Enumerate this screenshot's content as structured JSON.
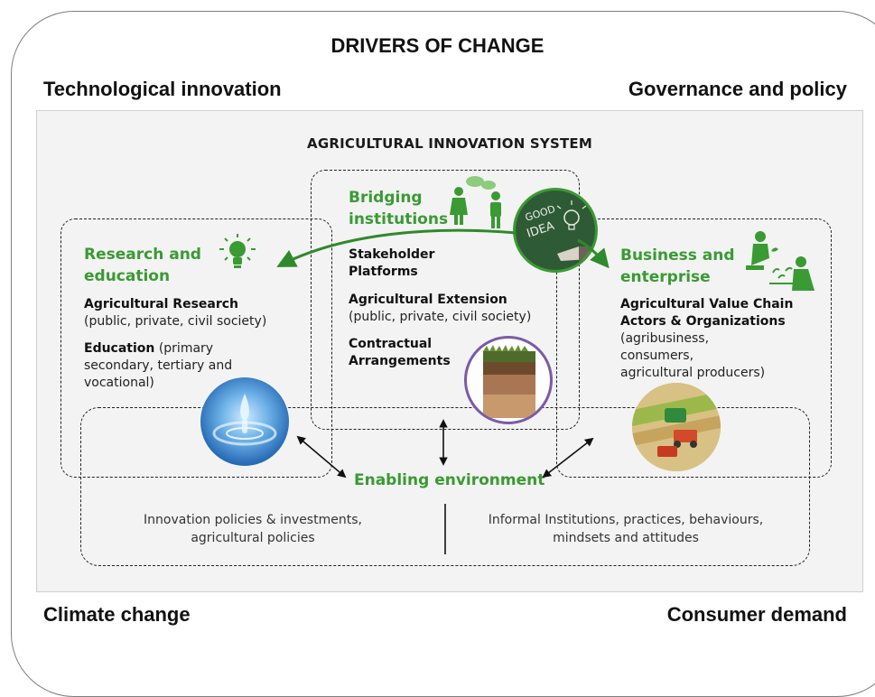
{
  "title": "DRIVERS OF CHANGE",
  "drivers": {
    "top_left": "Technological innovation",
    "top_right": "Governance and policy",
    "bottom_left": "Climate change",
    "bottom_right": "Consumer demand"
  },
  "system": {
    "title": "AGRICULTURAL INNOVATION SYSTEM",
    "research": {
      "heading_line1": "Research and",
      "heading_line2": "education",
      "item1_bold": "Agricultural Research",
      "item1_note": "(public, private, civil society)",
      "item2_bold": "Education",
      "item2_note_inline": " (primary",
      "item2_note_line2": "secondary, tertiary and",
      "item2_note_line3": "vocational)"
    },
    "bridging": {
      "heading_line1": "Bridging",
      "heading_line2": "institutions",
      "item1_line1": "Stakeholder",
      "item1_line2": "Platforms",
      "item2_bold": "Agricultural Extension",
      "item2_note": "(public, private, civil society)",
      "item3_line1": "Contractual",
      "item3_line2": "Arrangements"
    },
    "business": {
      "heading_line1": "Business and",
      "heading_line2": "enterprise",
      "item1_line1": "Agricultural Value Chain",
      "item1_line2": "Actors & Organizations",
      "note_line1": "(agribusiness,",
      "note_line2": "consumers,",
      "note_line3": "agricultural producers)"
    },
    "enabling": {
      "heading": "Enabling environment",
      "left_line1": "Innovation policies & investments,",
      "left_line2": "agricultural policies",
      "right_line1": "Informal Institutions, practices, behaviours,",
      "right_line2": "mindsets and attitudes"
    },
    "chalkboard": {
      "line1": "GOOD",
      "line2": "IDEA"
    }
  },
  "colors": {
    "accent_green": "#3a9a33",
    "dark_green": "#2e7d1f",
    "chalkboard": "#2f5a36",
    "panel_bg": "#f3f3f3"
  },
  "icons": [
    "lightbulb-icon",
    "people-talking-icon",
    "farmer-planting-icon",
    "water-drop-image",
    "soil-profile-image",
    "harvest-field-image",
    "good-idea-chalkboard-image"
  ]
}
